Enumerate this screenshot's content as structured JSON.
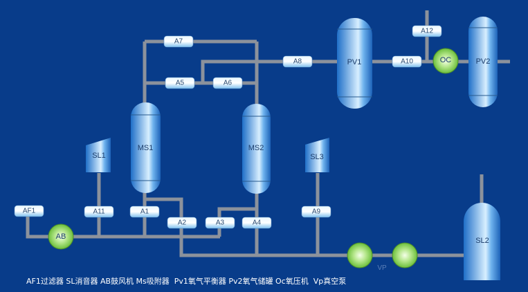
{
  "colors": {
    "background": "#083c8a",
    "pipe": "#8c929c",
    "vessel": "#3b8fe0",
    "pump": "#9fdc6e",
    "valve": "#bfe3fb"
  },
  "valves": {
    "AF1": "AF1",
    "A1": "A1",
    "A2": "A2",
    "A3": "A3",
    "A4": "A4",
    "A5": "A5",
    "A6": "A6",
    "A7": "A7",
    "A8": "A8",
    "A9": "A9",
    "A10": "A10",
    "A11": "A11",
    "A12": "A12"
  },
  "vessels": {
    "MS1": "MS1",
    "MS2": "MS2",
    "PV1": "PV1",
    "PV2": "PV2",
    "SL2": "SL2"
  },
  "silencers": {
    "SL1": "SL1",
    "SL3": "SL3"
  },
  "pumps": {
    "AB": "AB",
    "OC": "OC",
    "VP": "VP"
  },
  "legend": "AF1过滤器 SL消音器 AB鼓风机 Ms吸附器  Pv1氧气平衡器 Pv2氧气储罐 Oc氧压机  Vp真空泵"
}
